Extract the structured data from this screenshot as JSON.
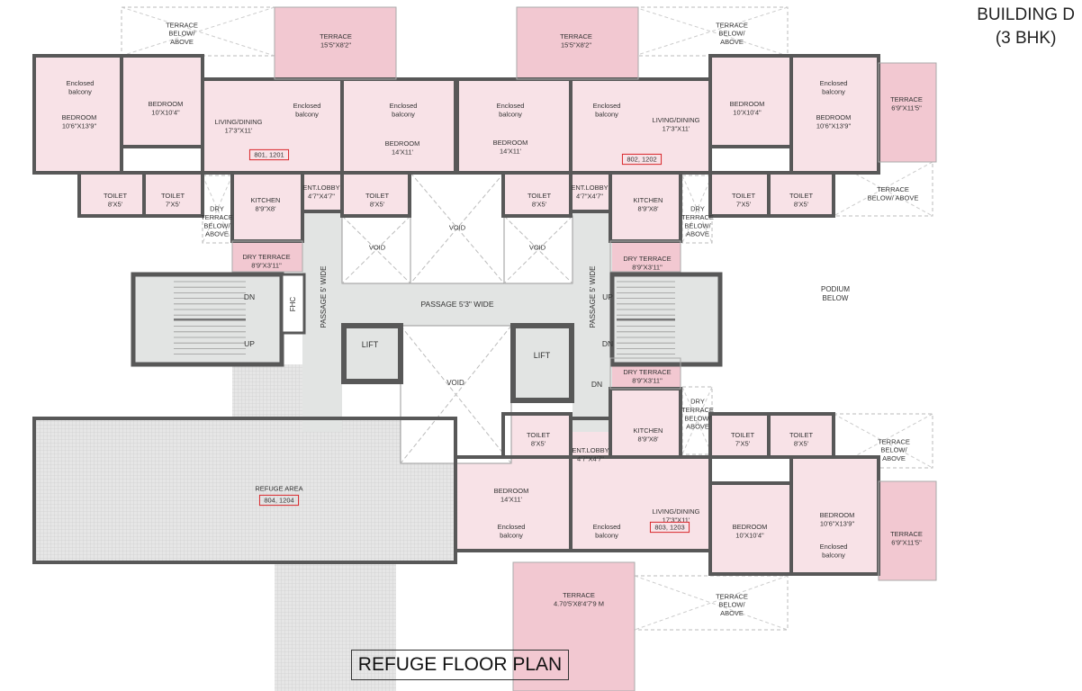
{
  "building": {
    "name": "BUILDING D",
    "type": "(3 BHK)"
  },
  "plan_title": "REFUGE FLOOR PLAN",
  "colors": {
    "room": "#f8e2e7",
    "terrace": "#f2c8d1",
    "core": "#e2e4e3",
    "wall": "#585858",
    "tag": "#d9262b",
    "refuge": "#e4e4e4"
  },
  "core": {
    "passage_left": "PASSAGE 5' WIDE",
    "passage_right": "PASSAGE 5' WIDE",
    "passage_main": "PASSAGE 5'3\" WIDE",
    "stair_left_dn": "DN",
    "stair_left_up": "UP",
    "fhc": "FHC",
    "stair_right_up": "UP",
    "stair_right_dn": "DN",
    "dn_lower": "DN",
    "lift_left": "LIFT",
    "lift_right": "LIFT",
    "void_center": "VOID",
    "void_top": "VOID",
    "void_left": "VOID",
    "void_right": "VOID",
    "podium": [
      "PODIUM",
      "BELOW"
    ]
  },
  "refuge": {
    "label": "REFUGE AREA",
    "tag": "804, 1204"
  },
  "unit_801": {
    "tag": "801, 1201",
    "terrace": [
      "TERRACE",
      "15'5\"X8'2\""
    ],
    "terrace_below": [
      "TERRACE",
      "BELOW/",
      "ABOVE"
    ],
    "enc_balcony_master": [
      "Enclosed",
      "balcony"
    ],
    "bedroom_master": [
      "BEDROOM",
      "10'6\"X13'9\""
    ],
    "bedroom_2": [
      "BEDROOM",
      "10'X10'4\""
    ],
    "living": [
      "LIVING/DINING",
      "17'3\"X11'"
    ],
    "enc_balcony_living": [
      "Enclosed",
      "balcony"
    ],
    "enc_balcony_bed3": [
      "Enclosed",
      "balcony"
    ],
    "bedroom_3": [
      "BEDROOM",
      "14'X11'"
    ],
    "toilet_a": [
      "TOILET",
      "8'X5'"
    ],
    "toilet_b": [
      "TOILET",
      "7'X5'"
    ],
    "dry_terrace_below": [
      "DRY",
      "TERRACE",
      "BELOW/",
      "ABOVE"
    ],
    "kitchen": [
      "KITCHEN",
      "8'9\"X8'"
    ],
    "ent_lobby": [
      "ENT.LOBBY",
      "4'7\"X4'7\""
    ],
    "toilet_c": [
      "TOILET",
      "8'X5'"
    ],
    "dry_terrace": [
      "DRY TERRACE",
      "8'9\"X3'11\""
    ]
  },
  "unit_802": {
    "tag": "802, 1202",
    "terrace": [
      "TERRACE",
      "15'5\"X8'2\""
    ],
    "terrace_below": [
      "TERRACE",
      "BELOW/",
      "ABOVE"
    ],
    "enc_balcony_master": [
      "Enclosed",
      "balcony"
    ],
    "bedroom_master": [
      "BEDROOM",
      "10'6\"X13'9\""
    ],
    "bedroom_2": [
      "BEDROOM",
      "10'X10'4\""
    ],
    "living": [
      "LIVING/DINING",
      "17'3\"X11'"
    ],
    "enc_balcony_living": [
      "Enclosed",
      "balcony"
    ],
    "enc_balcony_bed3": [
      "Enclosed",
      "balcony"
    ],
    "bedroom_3": [
      "BEDROOM",
      "14'X11'"
    ],
    "toilet_a": [
      "TOILET",
      "8'X5'"
    ],
    "toilet_b": [
      "TOILET",
      "7'X5'"
    ],
    "dry_terrace_below": [
      "DRY",
      "TERRACE",
      "BELOW/",
      "ABOVE"
    ],
    "kitchen": [
      "KITCHEN",
      "8'9\"X8'"
    ],
    "ent_lobby": [
      "ENT.LOBBY",
      "4'7\"X4'7\""
    ],
    "toilet_c": [
      "TOILET",
      "8'X5'"
    ],
    "dry_terrace": [
      "DRY TERRACE",
      "8'9\"X3'11\""
    ],
    "terrace_side": [
      "TERRACE",
      "6'9\"X11'5\""
    ],
    "terrace_side_below": [
      "TERRACE",
      "BELOW/ ABOVE"
    ]
  },
  "unit_803": {
    "tag": "803, 1203",
    "terrace": [
      "TERRACE",
      "4.70'5'X8'4'7'9 M"
    ],
    "terrace_below": [
      "TERRACE",
      "BELOW/",
      "ABOVE"
    ],
    "enc_balcony_master": [
      "Enclosed",
      "balcony"
    ],
    "bedroom_master": [
      "BEDROOM",
      "10'6\"X13'9\""
    ],
    "bedroom_2": [
      "BEDROOM",
      "10'X10'4\""
    ],
    "living": [
      "LIVING/DINING",
      "17'3\"X11'"
    ],
    "enc_balcony_living": [
      "Enclosed",
      "balcony"
    ],
    "enc_balcony_bed3": [
      "Enclosed",
      "balcony"
    ],
    "bedroom_3": [
      "BEDROOM",
      "14'X11'"
    ],
    "toilet_a": [
      "TOILET",
      "8'X5'"
    ],
    "toilet_b": [
      "TOILET",
      "7'X5'"
    ],
    "dry_terrace_below": [
      "DRY",
      "TERRACE",
      "BELOW/",
      "ABOVE"
    ],
    "kitchen": [
      "KITCHEN",
      "8'9\"X8'"
    ],
    "ent_lobby": [
      "ENT.LOBBY",
      "4'7\"X4'7\""
    ],
    "toilet_c": [
      "TOILET",
      "8'X5'"
    ],
    "dry_terrace": [
      "DRY TERRACE",
      "8'9\"X3'11\""
    ],
    "terrace_side": [
      "TERRACE",
      "6'9\"X11'5\""
    ],
    "terrace_side_below": [
      "TERRACE",
      "BELOW/",
      "ABOVE"
    ]
  }
}
